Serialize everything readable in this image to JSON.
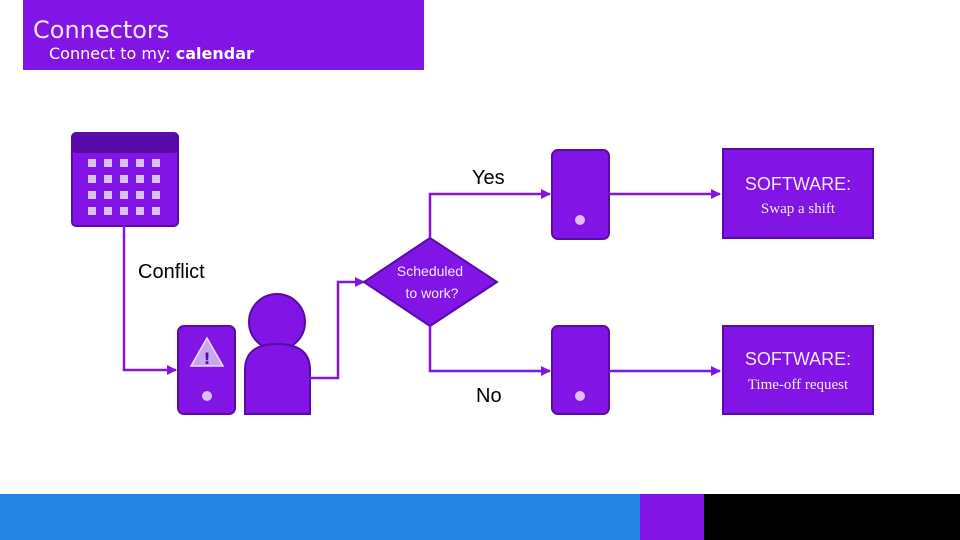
{
  "header": {
    "title": "Connectors",
    "subtitle_prefix": "Connect  to my: ",
    "subtitle_bold": "calendar"
  },
  "diagram": {
    "conflict_label": "Conflict",
    "decision_line1": "Scheduled",
    "decision_line2": "to work?",
    "yes_label": "Yes",
    "no_label": "No",
    "software_top_title": "SOFTWARE:",
    "software_top_text": "Swap a shift",
    "software_bottom_title": "SOFTWARE:",
    "software_bottom_text": "Time-off request"
  },
  "colors": {
    "primary": "#8214e6",
    "dark_outline": "#5a0aa8",
    "footer_blue": "#2384e2",
    "footer_black": "#000000"
  },
  "icons": [
    "calendar-icon",
    "phone-warning-icon",
    "person-icon",
    "phone-icon"
  ]
}
